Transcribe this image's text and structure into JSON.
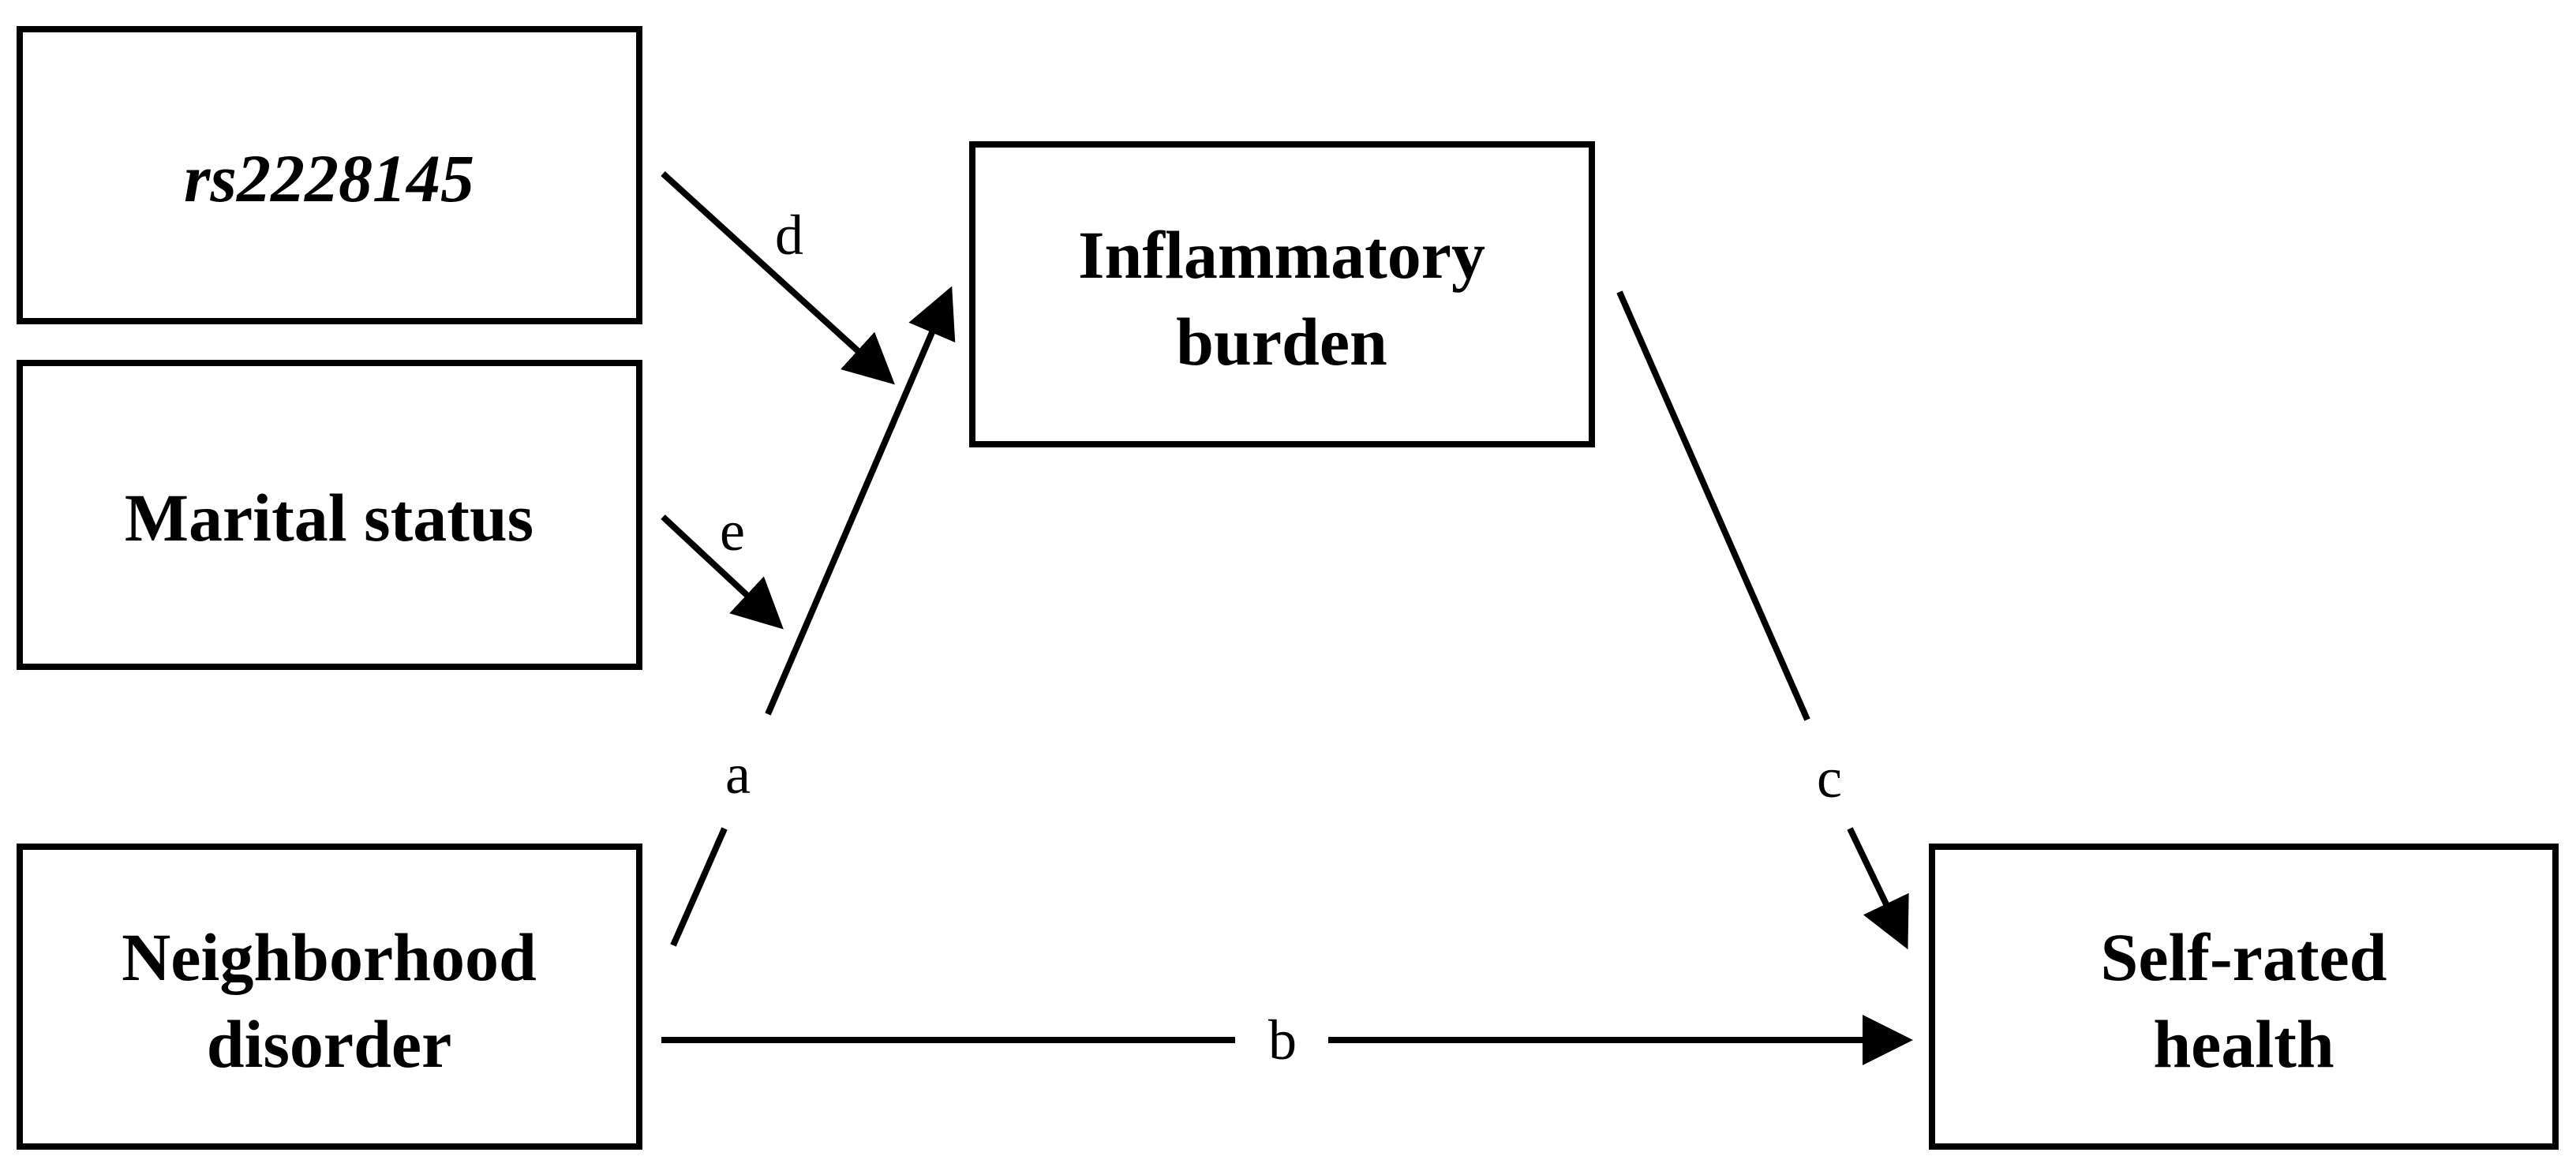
{
  "nodes": {
    "snp": {
      "label": "rs2228145"
    },
    "marital": {
      "label": "Marital status"
    },
    "neighborhood": {
      "line1": "Neighborhood",
      "line2": "disorder"
    },
    "inflammatory": {
      "line1": "Inflammatory",
      "line2": "burden"
    },
    "self_rated": {
      "line1": "Self-rated",
      "line2": "health"
    }
  },
  "paths": {
    "a": "a",
    "b": "b",
    "c": "c",
    "d": "d",
    "e": "e"
  }
}
